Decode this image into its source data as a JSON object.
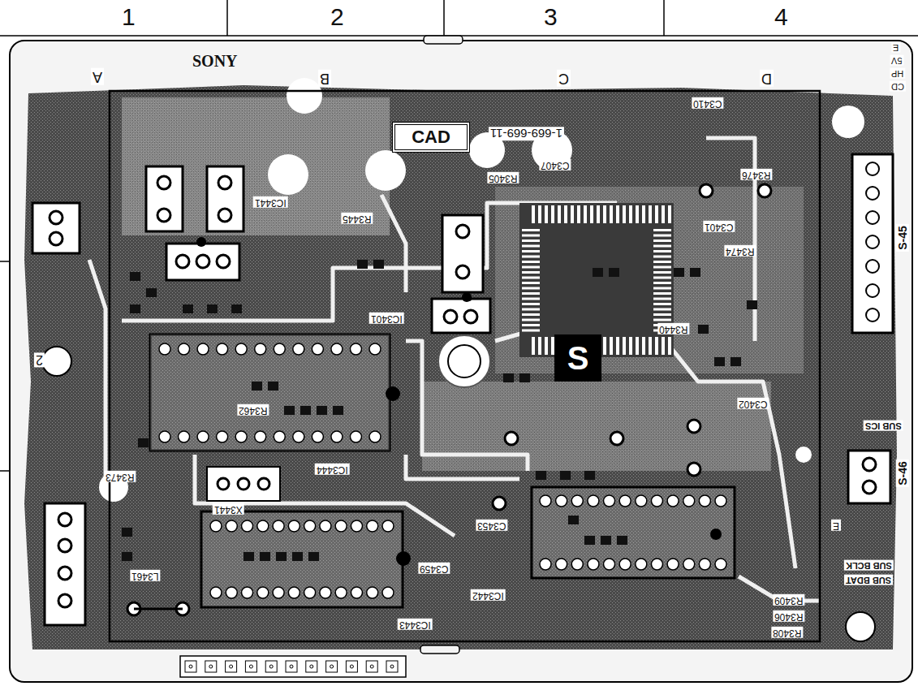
{
  "diagram": {
    "nodes": [
      {
        "text": [
          "CAD"
        ]
      },
      {
        "text": [
          "S"
        ]
      }
    ],
    "labels": [
      "1",
      "2",
      "3",
      "4",
      "SONY",
      "A",
      "B",
      "C",
      "D",
      "1-669-669-11",
      "C3410",
      "C3407",
      "R3405",
      "IC3441",
      "R3445",
      "IC3401",
      "C3401",
      "R3474",
      "R3476",
      "R3440",
      "C3402",
      "R3462",
      "IC3444",
      "X3441",
      "R3473",
      "IC3442",
      "IC3443",
      "L3461",
      "C3459",
      "C3453",
      "S-45",
      "S-46",
      "SUB ICS",
      "SUB BCLK",
      "SUB BDAT",
      "R3408",
      "R3406",
      "R3409",
      "E",
      "5V",
      "HP",
      "CD",
      "E",
      "2"
    ]
  }
}
